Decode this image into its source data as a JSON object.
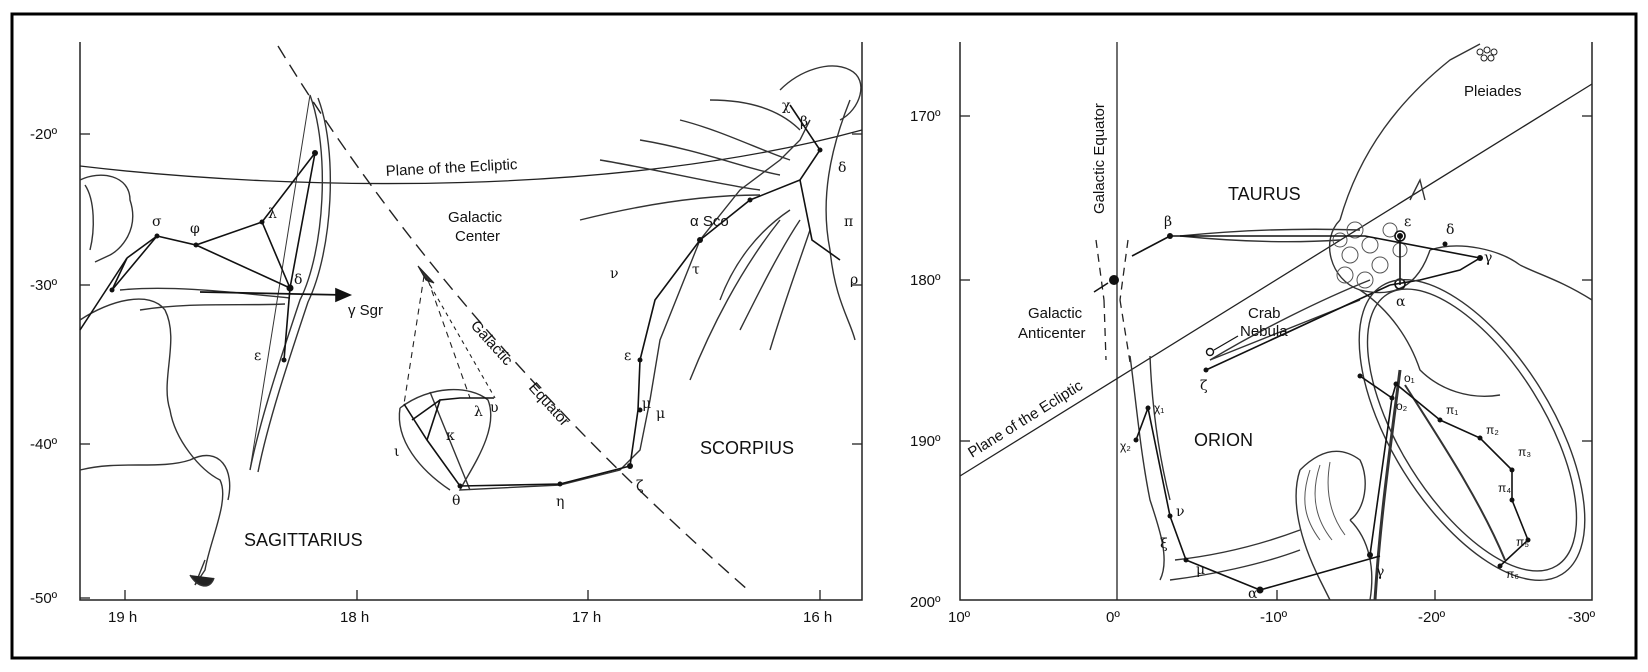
{
  "panels": {
    "left": {
      "y_ticks": [
        "-20º",
        "-30º",
        "-40º",
        "-50º"
      ],
      "x_ticks": [
        "19 h",
        "18 h",
        "17 h",
        "16 h"
      ],
      "labels": {
        "ecliptic": "Plane of the Ecliptic",
        "galactic_center_line1": "Galactic",
        "galactic_center_line2": "Center",
        "galactic_equator_line1": "Galactic",
        "galactic_equator_line2": "Equator",
        "sagittarius": "SAGITTARIUS",
        "scorpius": "SCORPIUS",
        "gamma_sgr": "γ Sgr",
        "alpha_sco": "α Sco"
      },
      "stars": [
        "σ",
        "φ",
        "λ",
        "δ",
        "ε",
        "μ",
        "θ",
        "η",
        "ζ",
        "ε",
        "τ",
        "κ",
        "ι",
        "λ",
        "υ",
        "β",
        "δ",
        "π",
        "ρ",
        "χ",
        "ν",
        "μ"
      ]
    },
    "right": {
      "y_ticks": [
        "170º",
        "180º",
        "190º",
        "200º"
      ],
      "x_ticks": [
        "10º",
        "0º",
        "-10º",
        "-20º",
        "-30º"
      ],
      "labels": {
        "galactic_equator": "Galactic Equator",
        "pleiades": "Pleiades",
        "taurus": "TAURUS",
        "crab_line1": "Crab",
        "crab_line2": "Nebula",
        "anticenter_line1": "Galactic",
        "anticenter_line2": "Anticenter",
        "ecliptic": "Plane of the Ecliptic",
        "orion": "ORION"
      },
      "stars": [
        "β",
        "ε",
        "δ",
        "γ",
        "α",
        "ζ",
        "χ₁",
        "χ₂",
        "ν",
        "ξ",
        "μ",
        "α",
        "γ",
        "π₁",
        "π₂",
        "π₃",
        "π₄",
        "π₅",
        "π₆",
        "ο₁",
        "ο₂"
      ]
    }
  }
}
